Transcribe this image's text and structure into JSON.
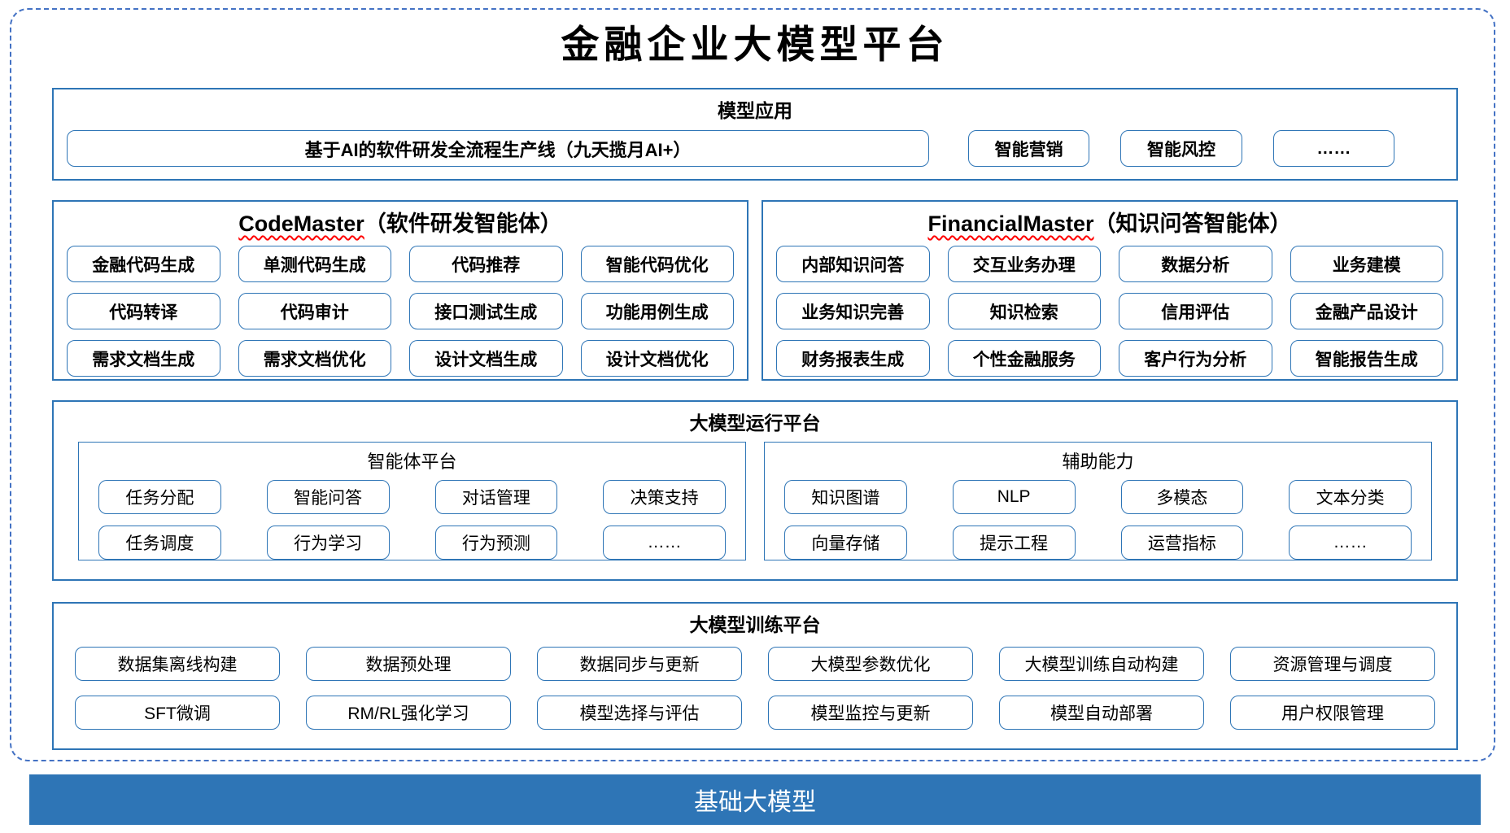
{
  "page_title": "金融企业大模型平台",
  "colors": {
    "section_border": "#2E75B6",
    "dashed_border": "#4472C4",
    "pill_border": "#2E75B6",
    "base_bar_bg": "#2E75B6",
    "squiggle_red": "#FF0000"
  },
  "sections": {
    "model_app": {
      "title": "模型应用",
      "main_button": "基于AI的软件研发全流程生产线（九天揽月AI+）",
      "buttons": [
        "智能营销",
        "智能风控",
        "……"
      ]
    },
    "codemaster": {
      "title_en": "CodeMaster",
      "title_zh": "（软件研发智能体）",
      "rows": [
        [
          "金融代码生成",
          "单测代码生成",
          "代码推荐",
          "智能代码优化"
        ],
        [
          "代码转译",
          "代码审计",
          "接口测试生成",
          "功能用例生成"
        ],
        [
          "需求文档生成",
          "需求文档优化",
          "设计文档生成",
          "设计文档优化"
        ]
      ]
    },
    "financialmaster": {
      "title_en": "FinancialMaster",
      "title_zh": "（知识问答智能体）",
      "rows": [
        [
          "内部知识问答",
          "交互业务办理",
          "数据分析",
          "业务建模"
        ],
        [
          "业务知识完善",
          "知识检索",
          "信用评估",
          "金融产品设计"
        ],
        [
          "财务报表生成",
          "个性金融服务",
          "客户行为分析",
          "智能报告生成"
        ]
      ]
    },
    "runtime": {
      "title": "大模型运行平台",
      "agent_platform": {
        "title": "智能体平台",
        "rows": [
          [
            "任务分配",
            "智能问答",
            "对话管理",
            "决策支持"
          ],
          [
            "任务调度",
            "行为学习",
            "行为预测",
            "……"
          ]
        ]
      },
      "aux_ability": {
        "title": "辅助能力",
        "rows": [
          [
            "知识图谱",
            "NLP",
            "多模态",
            "文本分类"
          ],
          [
            "向量存储",
            "提示工程",
            "运营指标",
            "……"
          ]
        ]
      }
    },
    "training": {
      "title": "大模型训练平台",
      "rows": [
        [
          "数据集离线构建",
          "数据预处理",
          "数据同步与更新",
          "大模型参数优化",
          "大模型训练自动构建",
          "资源管理与调度"
        ],
        [
          "SFT微调",
          "RM/RL强化学习",
          "模型选择与评估",
          "模型监控与更新",
          "模型自动部署",
          "用户权限管理"
        ]
      ]
    },
    "base_model_bar": {
      "label": "基础大模型"
    }
  }
}
